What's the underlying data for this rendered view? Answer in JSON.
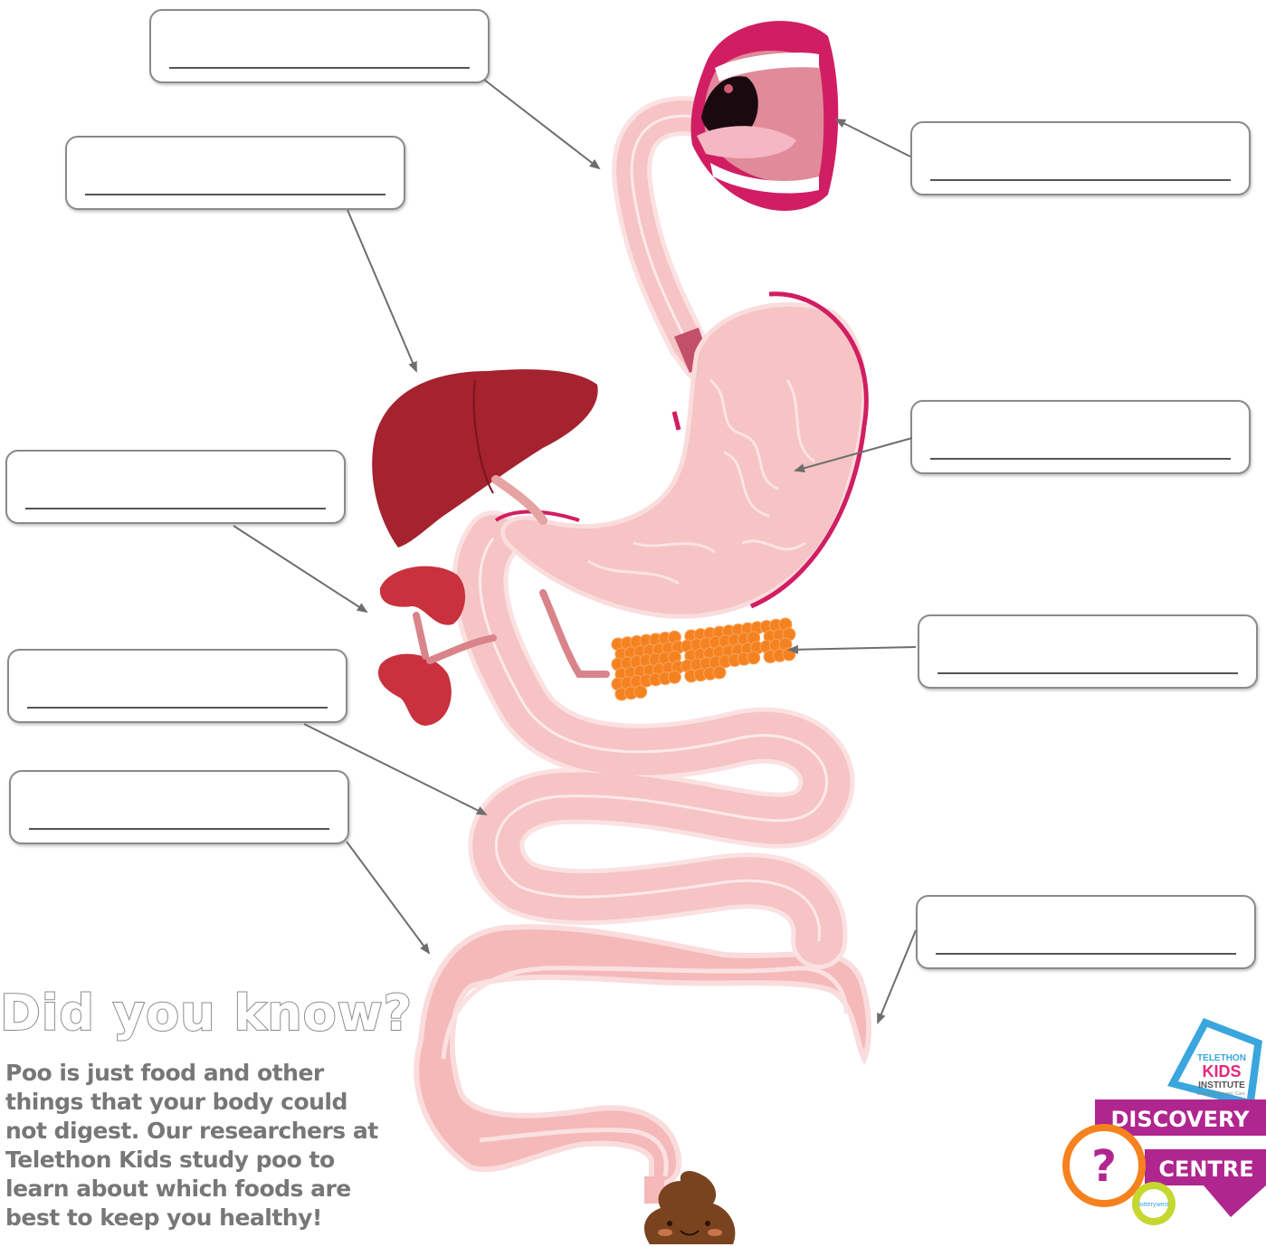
{
  "labels": [
    {
      "id": "esophagus",
      "answer": ""
    },
    {
      "id": "liver",
      "answer": ""
    },
    {
      "id": "kidneys",
      "answer": ""
    },
    {
      "id": "small-intestine",
      "answer": ""
    },
    {
      "id": "large-intestine",
      "answer": ""
    },
    {
      "id": "mouth",
      "answer": ""
    },
    {
      "id": "stomach",
      "answer": ""
    },
    {
      "id": "pancreas",
      "answer": ""
    },
    {
      "id": "rectum",
      "answer": ""
    }
  ],
  "did_you_know": {
    "title": "Did you know?",
    "text": "Poo is just food and other things that your body could not digest. Our researchers at Telethon Kids study poo to learn about which foods are best to keep you healthy!"
  },
  "logo": {
    "line1": "TELETHON",
    "line2": "KIDS",
    "line3": "INSTITUTE",
    "tagline": "Discover. Prevent. Cure.",
    "discovery": "DISCOVERY",
    "centre": "CENTRE",
    "sponsor": "lotterywest"
  },
  "colors": {
    "organ_pink": "#f6c4c4",
    "organ_outline": "#f9dede",
    "lips": "#d11e63",
    "liver": "#a5222f",
    "kidney": "#c8313d",
    "pancreas": "#f58220",
    "poo": "#7a4320",
    "logo_purple": "#b0268f",
    "logo_blue": "#3aa6dd",
    "logo_orange": "#f5821f",
    "logo_green": "#c6d730"
  }
}
